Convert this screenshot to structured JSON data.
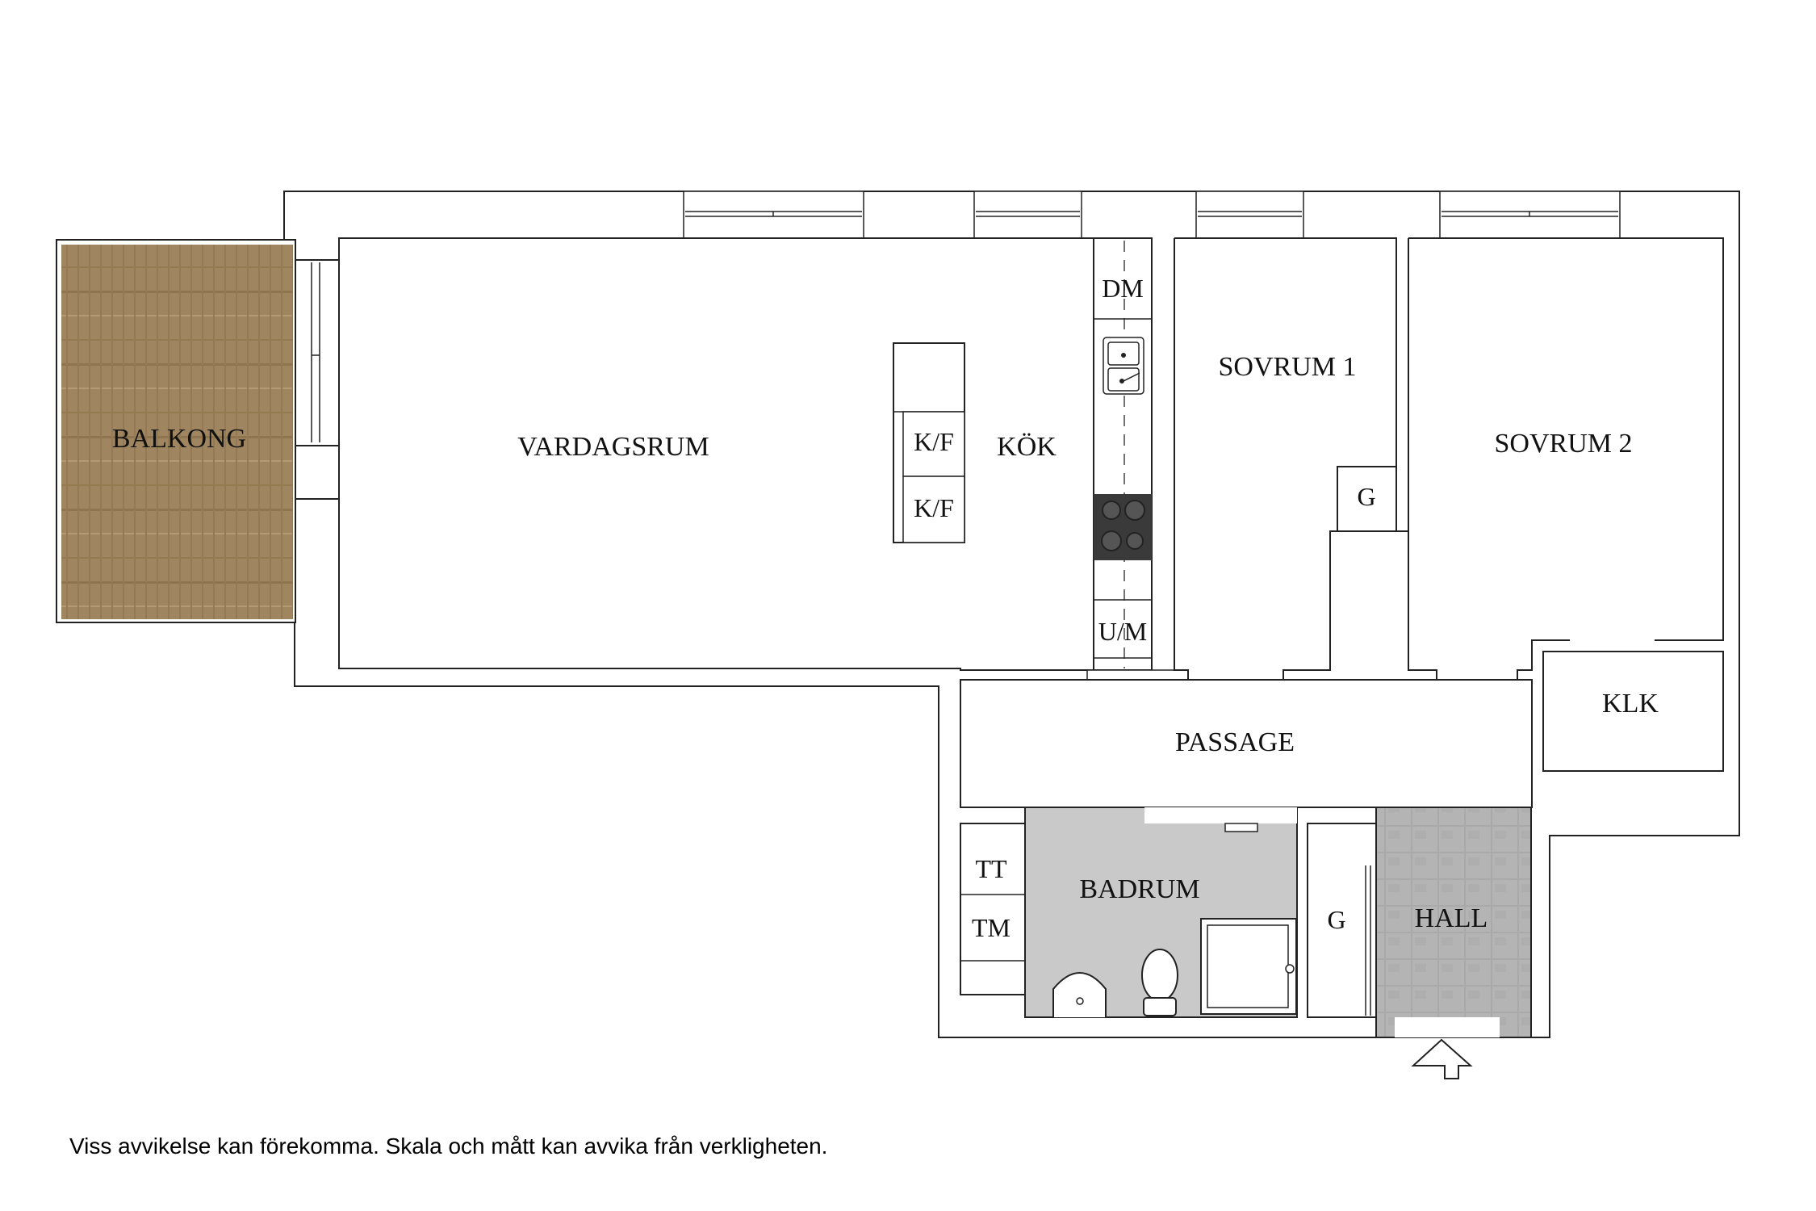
{
  "rooms": {
    "balcony": "BALKONG",
    "living_room": "VARDAGSRUM",
    "kitchen": "KÖK",
    "bedroom_1": "SOVRUM 1",
    "bedroom_2": "SOVRUM 2",
    "passage": "PASSAGE",
    "bathroom": "BADRUM",
    "hall": "HALL",
    "walk_in_closet": "KLK"
  },
  "fixtures": {
    "dishwasher": "DM",
    "fridge_freezer_1": "K/F",
    "fridge_freezer_2": "K/F",
    "microwave_oven": "U/M",
    "wardrobe_bedroom_1": "G",
    "wardrobe_hall": "G",
    "tumble_dryer": "TT",
    "washing_machine": "TM"
  },
  "disclaimer": "Viss avvikelse kan förekomma. Skala och mått kan avvika från verkligheten.",
  "colors": {
    "wall": "#ffffff",
    "outline": "#222222",
    "balcony_wood": "#a08660",
    "bathroom_floor": "#c9c9c9",
    "hall_tiles": "#a9a9a9",
    "stove": "#3a3a3a"
  }
}
